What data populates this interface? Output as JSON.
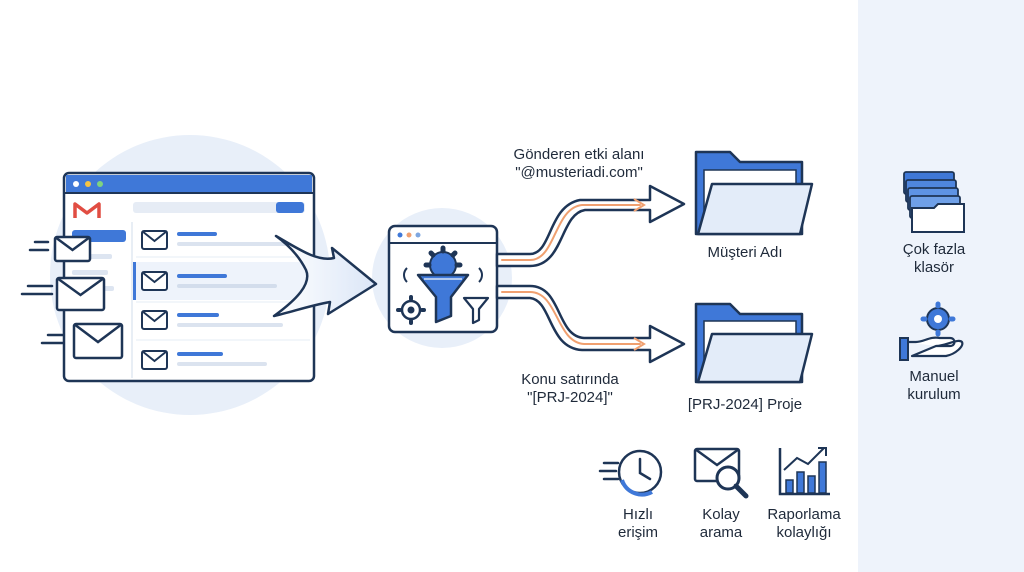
{
  "rules": {
    "sender": {
      "line1": "Gönderen etki alanı",
      "line2": "\"@musteriadi.com\""
    },
    "subject": {
      "line1": "Konu satırında",
      "line2": "\"[PRJ-2024]\""
    }
  },
  "folders": {
    "customer": "Müşteri Adı",
    "project": "[PRJ-2024] Proje"
  },
  "benefits": [
    {
      "icon": "clock-icon",
      "line1": "Hızlı",
      "line2": "erişim"
    },
    {
      "icon": "mail-search-icon",
      "line1": "Kolay",
      "line2": "arama"
    },
    {
      "icon": "bar-chart-icon",
      "line1": "Raporlama",
      "line2": "kolaylığı"
    }
  ],
  "drawbacks": [
    {
      "icon": "folder-stack-icon",
      "line1": "Çok fazla",
      "line2": "klasör"
    },
    {
      "icon": "hand-gear-icon",
      "line1": "Manuel",
      "line2": "kurulum"
    }
  ],
  "colors": {
    "accent": "#3f78d8",
    "outline": "#1e3556",
    "orange": "#f0a070",
    "halo": "#e8eff9",
    "panel": "#eef3fb"
  }
}
